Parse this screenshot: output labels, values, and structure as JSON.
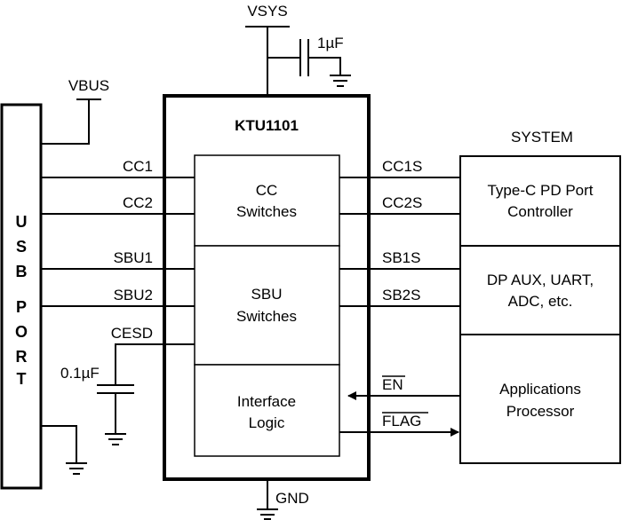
{
  "diagram": {
    "labels": {
      "vsys": "VSYS",
      "vsys_cap": "1µF",
      "vbus": "VBUS",
      "chip_name": "KTU1101",
      "system": "SYSTEM",
      "cc1": "CC1",
      "cc2": "CC2",
      "sbu1": "SBU1",
      "sbu2": "SBU2",
      "cesd": "CESD",
      "cesd_cap": "0.1µF",
      "cc1s": "CC1S",
      "cc2s": "CC2S",
      "sb1s": "SB1S",
      "sb2s": "SB2S",
      "en": "EN",
      "flag": "FLAG",
      "gnd": "GND"
    },
    "usb_port": {
      "letters": [
        "U",
        "S",
        "B",
        "",
        "P",
        "O",
        "R",
        "T"
      ]
    },
    "internal_blocks": {
      "cc_switches": [
        "CC",
        "Switches"
      ],
      "sbu_switches": [
        "SBU",
        "Switches"
      ],
      "interface_logic": [
        "Interface",
        "Logic"
      ]
    },
    "system_blocks": {
      "typec_pd": [
        "Type-C PD Port",
        "Controller"
      ],
      "dp_aux": [
        "DP AUX, UART,",
        "ADC, etc."
      ],
      "app_proc": [
        "Applications",
        "Processor"
      ]
    }
  }
}
